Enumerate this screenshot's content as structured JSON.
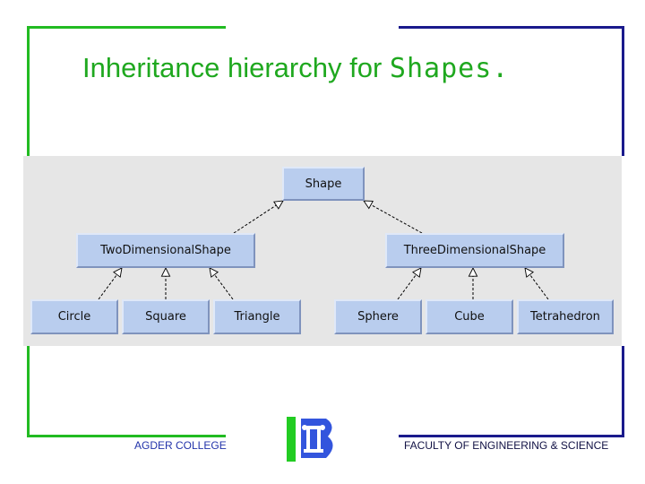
{
  "title": {
    "prefix": "Inheritance hierarchy for ",
    "class_name": "Shape",
    "suffix": "s."
  },
  "diagram": {
    "nodes": {
      "shape": "Shape",
      "two_dimensional_shape": "TwoDimensionalShape",
      "three_dimensional_shape": "ThreeDimensionalShape",
      "circle": "Circle",
      "square": "Square",
      "triangle": "Triangle",
      "sphere": "Sphere",
      "cube": "Cube",
      "tetrahedron": "Tetrahedron"
    }
  },
  "footer": {
    "left": "AGDER COLLEGE",
    "right": "FACULTY OF ENGINEERING & SCIENCE"
  },
  "colors": {
    "title": "#1fa81f",
    "frame_green": "#22bb22",
    "frame_navy": "#1a1a8c",
    "box_fill": "#b9cdee",
    "diagram_bg": "#e6e6e6"
  },
  "icons": [
    "college-logo-icon"
  ]
}
